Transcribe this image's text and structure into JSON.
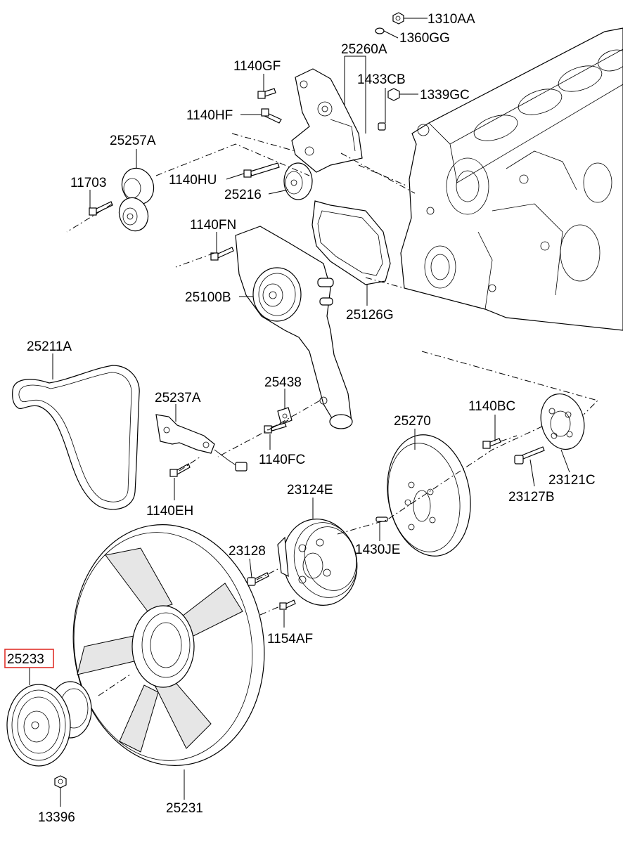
{
  "diagram": {
    "labels": {
      "p1310AA": "1310AA",
      "p1360GG": "1360GG",
      "p25260A": "25260A",
      "p1140GF": "1140GF",
      "p1433CB": "1433CB",
      "p1339GC": "1339GC",
      "p1140HF": "1140HF",
      "p25257A": "25257A",
      "p11703": "11703",
      "p1140HU": "1140HU",
      "p25216": "25216",
      "p1140FN": "1140FN",
      "p25100B": "25100B",
      "p25126G": "25126G",
      "p25211A": "25211A",
      "p25237A": "25237A",
      "p25438": "25438",
      "p1140FC": "1140FC",
      "p1140EH": "1140EH",
      "p25270": "25270",
      "p1140BC": "1140BC",
      "p23121C": "23121C",
      "p23127B": "23127B",
      "p23124E": "23124E",
      "p23128": "23128",
      "p1430JE": "1430JE",
      "p1154AF": "1154AF",
      "p25233": "25233",
      "p25231": "25231",
      "p13396": "13396"
    },
    "highlighted_part": "25233",
    "highlight_color": "#e0312b"
  }
}
